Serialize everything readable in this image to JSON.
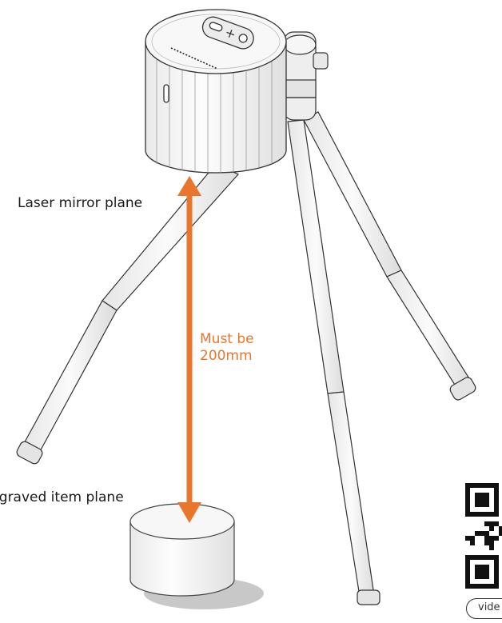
{
  "labels": {
    "mirror_plane": "Laser mirror plane",
    "item_plane": "ngraved item plane",
    "distance_line1": "Must be",
    "distance_line2": "200mm",
    "video_button": "vide"
  },
  "colors": {
    "arrow": "#e8762c",
    "outline": "#333333",
    "tripod_fill": "#f2f2f2",
    "device_fill": "#f7f7f7"
  },
  "icons": {
    "qr": "qr-code-icon",
    "minus": "minus-icon",
    "plus": "plus-icon",
    "power": "power-icon"
  }
}
